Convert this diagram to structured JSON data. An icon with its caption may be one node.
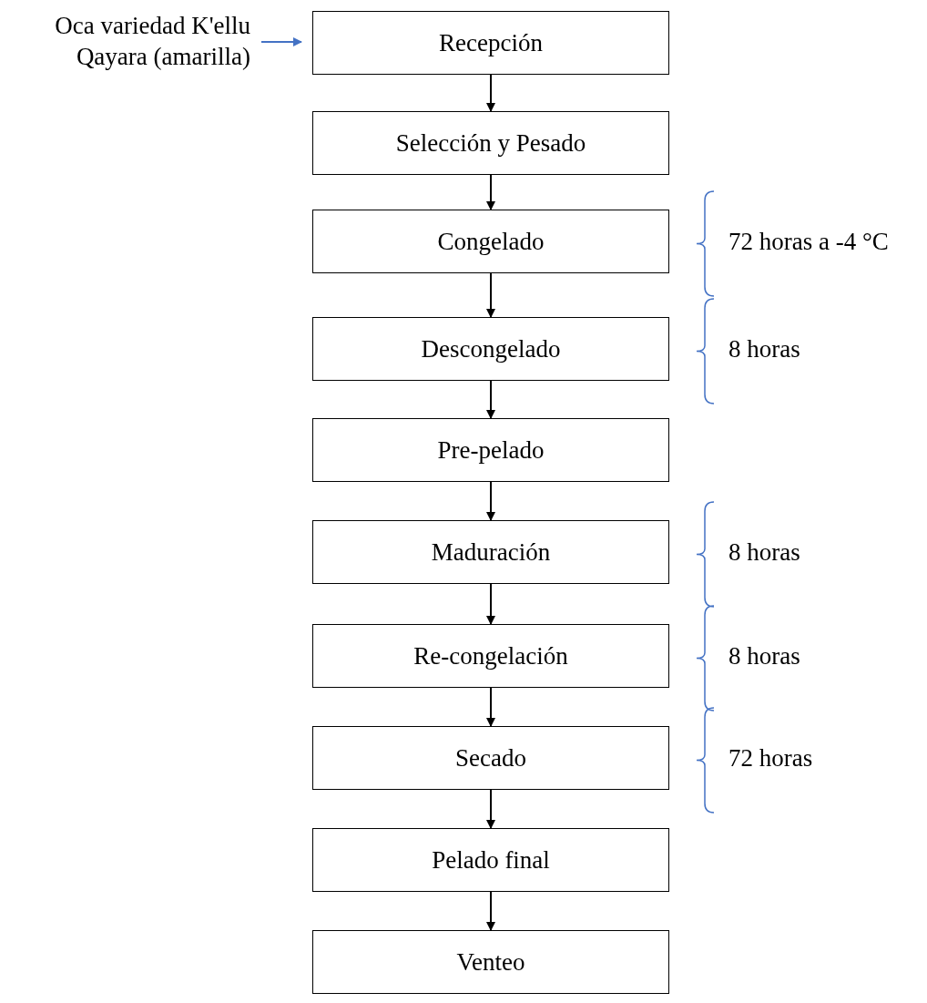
{
  "diagram": {
    "nodes": [
      {
        "text": [
          "Oca variedad K'ellu Qayara (amarilla)"
        ]
      },
      {
        "text": [
          "Recepción"
        ]
      },
      {
        "text": [
          "Selección y Pesado"
        ]
      },
      {
        "text": [
          "Congelado"
        ],
        "beside": [
          "72 horas a -4 °C"
        ]
      },
      {
        "text": [
          "Descongelado"
        ],
        "beside": [
          "8 horas"
        ]
      },
      {
        "text": [
          "Pre-pelado"
        ]
      },
      {
        "text": [
          "Maduración"
        ],
        "beside": [
          "8 horas"
        ]
      },
      {
        "text": [
          "Re-congelación"
        ],
        "beside": [
          "8 horas"
        ]
      },
      {
        "text": [
          "Secado"
        ],
        "beside": [
          "72 horas"
        ]
      },
      {
        "text": [
          "Pelado final"
        ]
      },
      {
        "text": [
          "Venteo"
        ]
      }
    ],
    "edges": [
      {
        "from": 0,
        "to": 1,
        "arrow": "to",
        "color": "#4472c4"
      },
      {
        "from": 1,
        "to": 2,
        "arrow": "to"
      },
      {
        "from": 2,
        "to": 3,
        "arrow": "to"
      },
      {
        "from": 3,
        "to": 4,
        "arrow": "to"
      },
      {
        "from": 4,
        "to": 5,
        "arrow": "to"
      },
      {
        "from": 5,
        "to": 6,
        "arrow": "to"
      },
      {
        "from": 6,
        "to": 7,
        "arrow": "to"
      },
      {
        "from": 7,
        "to": 8,
        "arrow": "to"
      },
      {
        "from": 8,
        "to": 9,
        "arrow": "to"
      },
      {
        "from": 9,
        "to": 10,
        "arrow": "to"
      }
    ]
  }
}
